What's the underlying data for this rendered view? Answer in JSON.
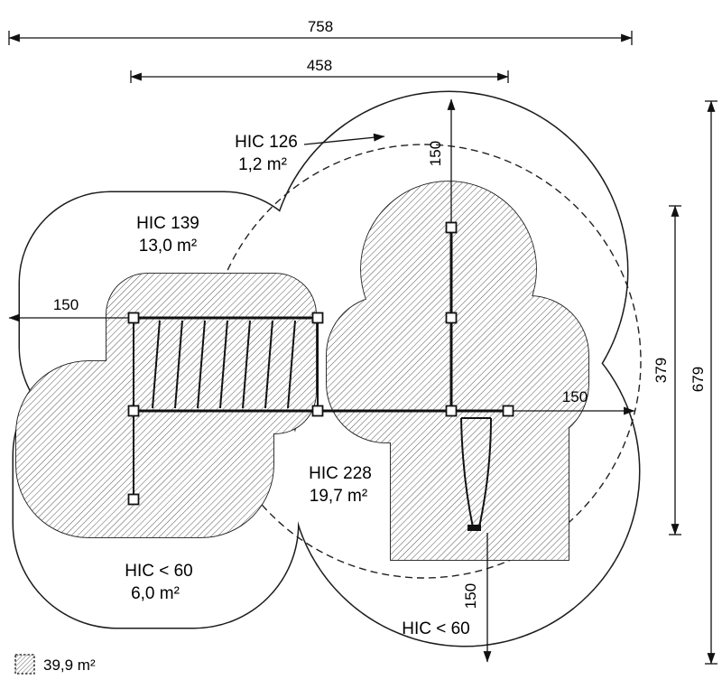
{
  "dimensions": {
    "overall_width": "758",
    "inner_width": "458",
    "top_clearance": "150",
    "left_clearance": "150",
    "right_clearance": "150",
    "bottom_clearance": "150",
    "inner_height": "379",
    "overall_height": "679"
  },
  "zones": {
    "hic126": {
      "label": "HIC 126",
      "area": "1,2 m²"
    },
    "hic139": {
      "label": "HIC 139",
      "area": "13,0 m²"
    },
    "hic228": {
      "label": "HIC 228",
      "area": "19,7 m²"
    },
    "hic60_left": {
      "label": "HIC < 60",
      "area": "6,0 m²"
    },
    "hic60_bottom": {
      "label": "HIC < 60"
    }
  },
  "legend": {
    "total_area": "39,9 m²"
  },
  "colors": {
    "line": "#111111",
    "background": "#ffffff"
  }
}
